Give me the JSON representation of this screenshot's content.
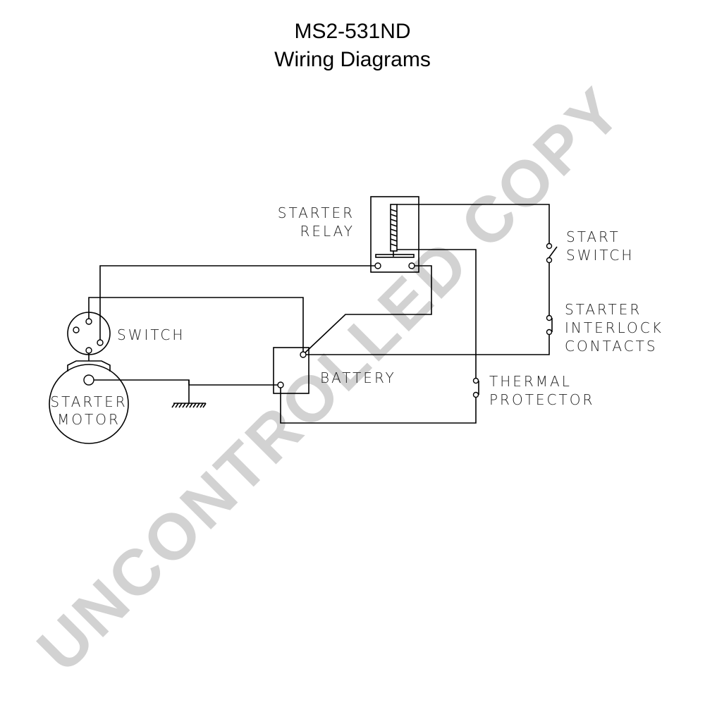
{
  "title": {
    "model": "MS2-531ND",
    "subtitle": "Wiring Diagrams"
  },
  "watermark": "UNCONTROLLED COPY",
  "components": {
    "starter_relay": [
      "STARTER",
      "RELAY"
    ],
    "start_switch": [
      "START",
      "SWITCH"
    ],
    "interlock": [
      "STARTER",
      "INTERLOCK",
      "CONTACTS"
    ],
    "switch": "SWITCH",
    "battery": "BATTERY",
    "thermal": [
      "THERMAL",
      "PROTECTOR"
    ],
    "starter_motor": [
      "STARTER",
      "MOTOR"
    ]
  },
  "colors": {
    "line": "#000000",
    "watermark": "#d2d2d2"
  }
}
